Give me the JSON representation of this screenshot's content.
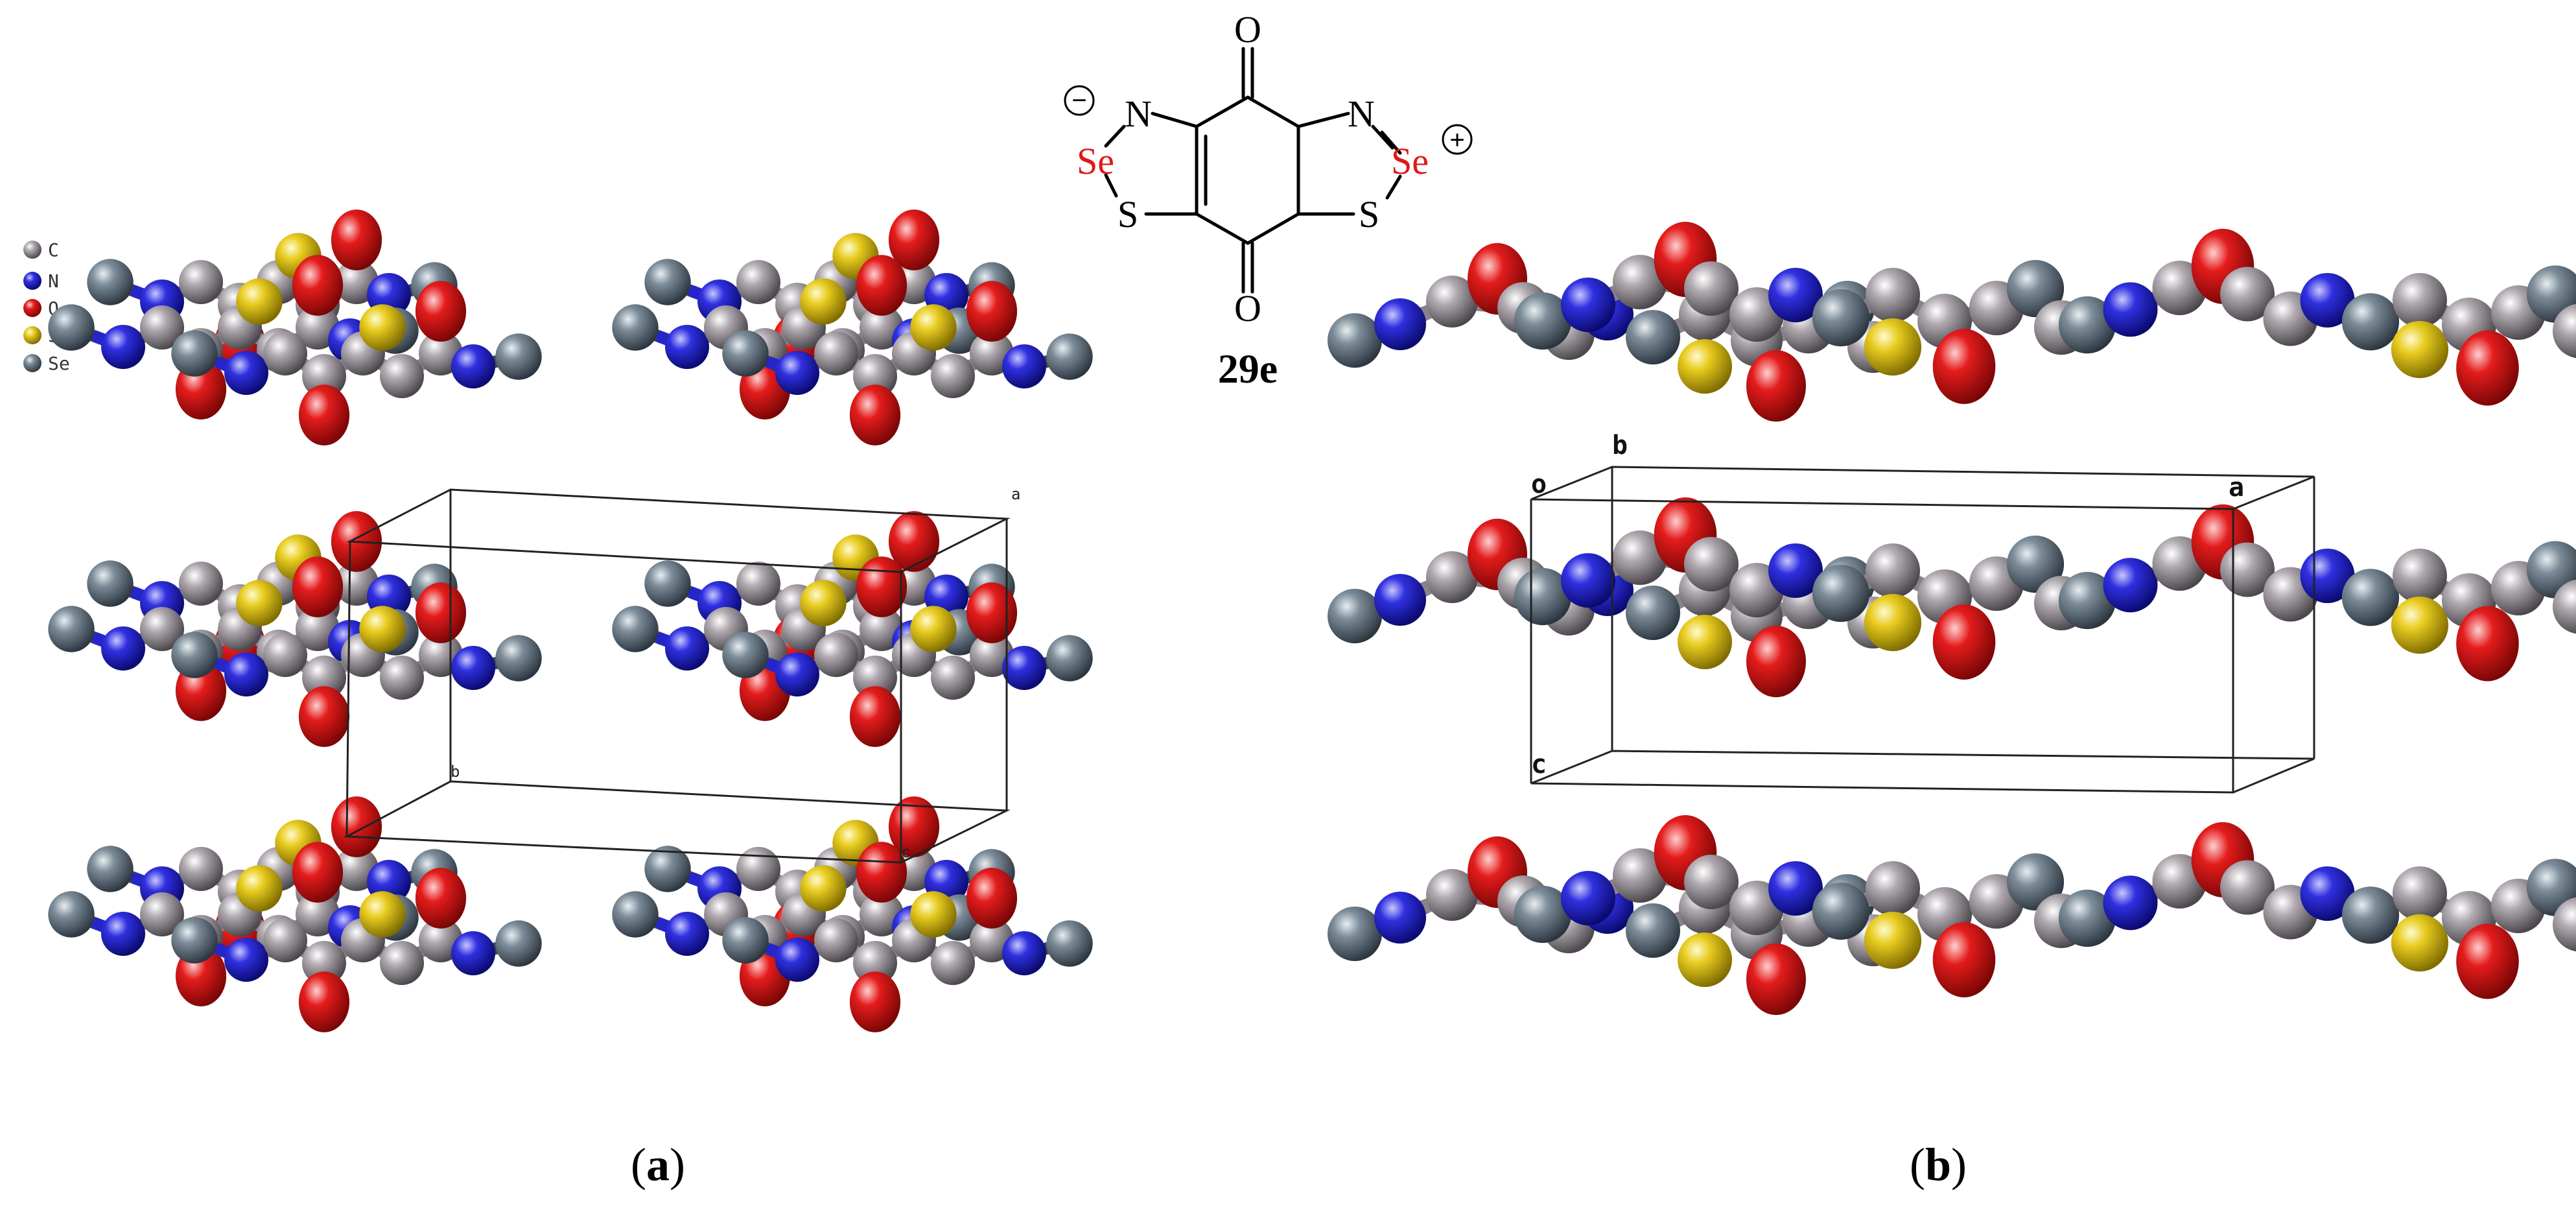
{
  "legend": {
    "items": [
      {
        "label": "C",
        "color": "#8f8a8f"
      },
      {
        "label": "N",
        "color": "#2828d8"
      },
      {
        "label": "O",
        "color": "#e01818"
      },
      {
        "label": "S",
        "color": "#e0c418"
      },
      {
        "label": "Se",
        "color": "#70808c"
      }
    ]
  },
  "structure": {
    "compound_label": "29e",
    "atom_labels": {
      "o_top": "O",
      "o_bottom": "O",
      "n_left": "N",
      "n_right": "N",
      "se_left": "Se",
      "se_right": "Se",
      "s_left": "S",
      "s_right": "S",
      "minus": "−",
      "plus": "+"
    },
    "se_color": "#e01818"
  },
  "panel_a": {
    "label_open": "(",
    "label_letter": "a",
    "label_close": ")",
    "axis_labels": {
      "a": "a",
      "b": "b",
      "c": "c"
    }
  },
  "panel_b": {
    "label_open": "(",
    "label_letter": "b",
    "label_close": ")",
    "axis_labels": {
      "o": "o",
      "a": "a",
      "b": "b",
      "c": "c"
    }
  }
}
